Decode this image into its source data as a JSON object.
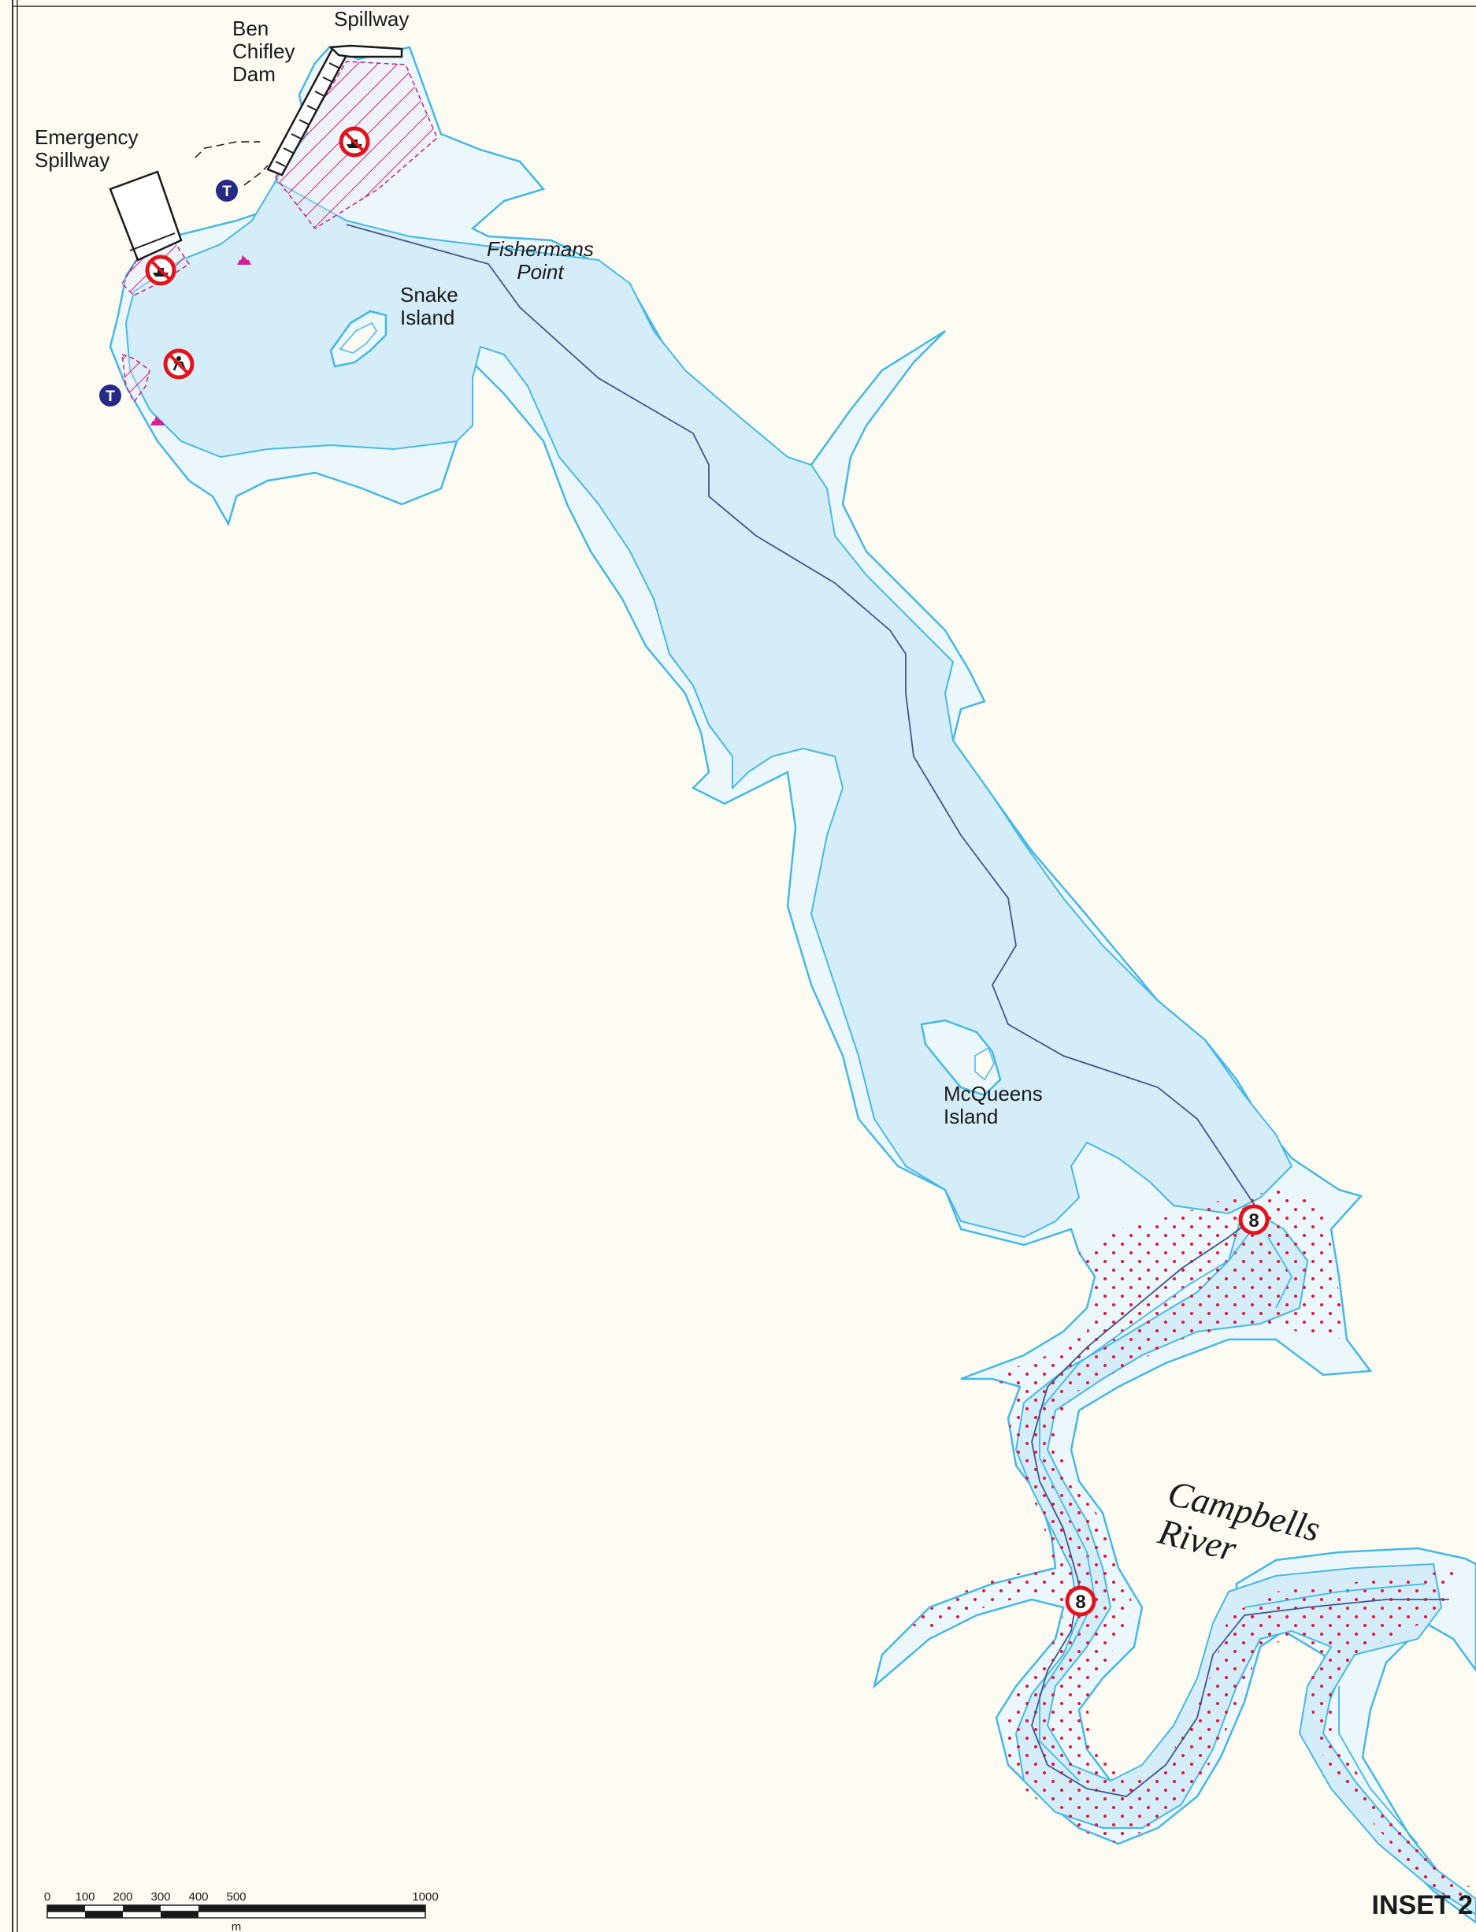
{
  "map": {
    "inset_label": "INSET 2",
    "colors": {
      "background": "#fefcf2",
      "deep_water": "#d5edf9",
      "shallow_water": "#ecf7fc",
      "shoreline": "#45b8e6",
      "channel": "#44548c",
      "restricted_zone": "#c4237e",
      "speed_zone_dots": "#e0163e",
      "prohibition_sign": "#e2141b",
      "toilet_icon": "#252a86"
    },
    "labels": {
      "spillway": "Spillway",
      "dam": "Ben\nChifley\nDam",
      "emergency_spillway": "Emergency\nSpillway",
      "fishermans_point": "Fishermans\nPoint",
      "snake_island": "Snake\nIsland",
      "mcqueens_island": "McQueens\nIsland",
      "campbells_river": "Campbells\nRiver"
    },
    "speed_limit": "8",
    "icons": {
      "no_powered_boats": "no-boating-icon",
      "no_swimming": "no-swimming-icon",
      "toilets": "toilet-icon",
      "boat_ramp": "boat-ramp-icon"
    },
    "scale": {
      "ticks": [
        "0",
        "100",
        "200",
        "300",
        "400",
        "500",
        "1000"
      ],
      "unit": "m"
    }
  }
}
